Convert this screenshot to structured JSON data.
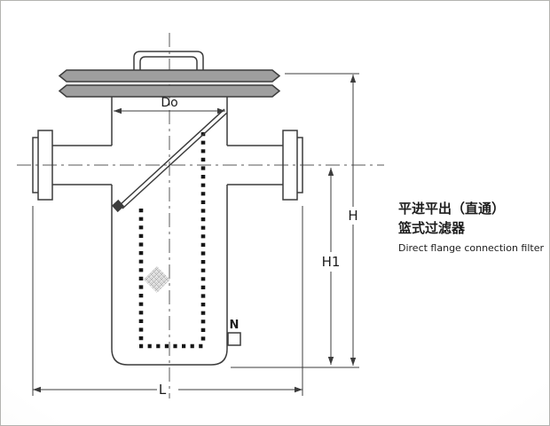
{
  "drawing": {
    "dimensions": {
      "do": "Do",
      "h": "H",
      "h1": "H1",
      "l": "L",
      "n": "N"
    },
    "caption": {
      "zh_line1": "平进平出（直通）",
      "zh_line2": "篮式过滤器",
      "en": "Direct flange connection filter"
    },
    "colors": {
      "line": "#3c3c3c",
      "text": "#1c1c1c",
      "flange_fill": "#9e9e9e",
      "basket_dash": "#161616",
      "centerline": "#5a5a5a",
      "mesh": "#a8a8a8",
      "background": "#fbfbfa",
      "border": "#b4b4b0"
    }
  }
}
